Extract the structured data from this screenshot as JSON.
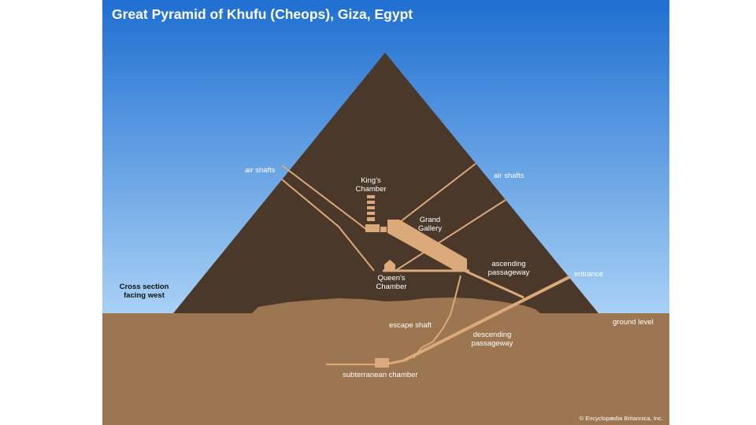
{
  "title": "Great Pyramid of Khufu (Cheops), Giza, Egypt",
  "labels": {
    "air_shafts_left": "air shafts",
    "air_shafts_right": "air shafts",
    "kings_chamber": "King's\nChamber",
    "grand_gallery": "Grand\nGallery",
    "ascending_passageway": "ascending\npassageway",
    "queens_chamber": "Queen's\nChamber",
    "entrance": "entrance",
    "cross_section": "Cross section\nfacing west",
    "ground_level": "ground level",
    "escape_shaft": "escape shaft",
    "descending_passageway": "descending\npassageway",
    "subterranean_chamber": "subterranean chamber"
  },
  "credit": "© Encyclopædia Britannica, Inc.",
  "colors": {
    "sky_top": "#1f6fd1",
    "sky_bottom": "#a9d1f5",
    "pyramid": "#4a392a",
    "ground": "#9b7650",
    "passage": "#dca97a"
  }
}
